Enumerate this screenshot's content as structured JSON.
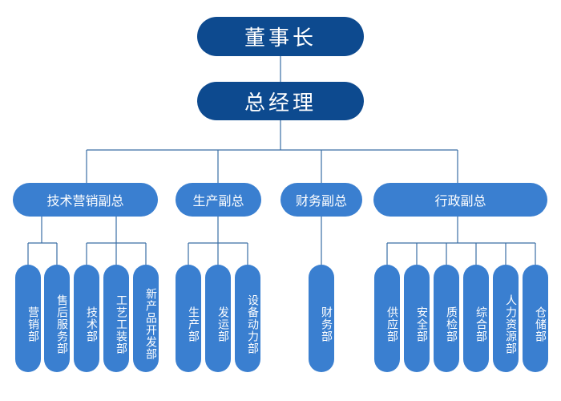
{
  "chairman": "董事长",
  "general_manager": "总经理",
  "vice_presidents": [
    {
      "label": "技术营销副总",
      "departments": [
        "营销部",
        "售后服务部",
        "技术部",
        "工艺工装部",
        "新产品开发部"
      ]
    },
    {
      "label": "生产副总",
      "departments": [
        "生产部",
        "发运部",
        "设备动力部"
      ]
    },
    {
      "label": "财务副总",
      "departments": [
        "财务部"
      ]
    },
    {
      "label": "行政副总",
      "departments": [
        "供应部",
        "安全部",
        "质检部",
        "综合部",
        "人力资源部",
        "仓储部"
      ]
    }
  ],
  "colors": {
    "top": "#0d4a8f",
    "box": "#3a7fd0",
    "line": "#3a6ea5"
  }
}
